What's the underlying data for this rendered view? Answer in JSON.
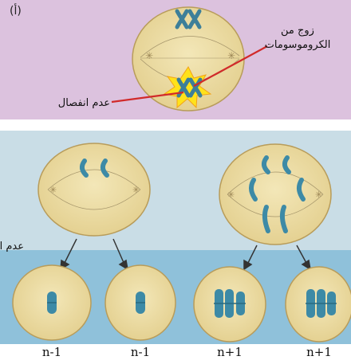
{
  "panel_label": "(أ)",
  "labels": {
    "chromosome_pair": [
      "زوج من",
      "الكروموسومات"
    ],
    "nondisjunction": "عدم انفصال",
    "nondisjunction_cut": "عدم ا"
  },
  "daughter_cells": [
    "n-1",
    "n-1",
    "n+1",
    "n+1"
  ],
  "colors": {
    "top_band": "#dcc2de",
    "middle_band": "#c9dde6",
    "bottom_band": "#8fc1da",
    "cell_fill": "#eedda4",
    "chromosome": "#3d8aa6",
    "pointer_line": "#d12a2a",
    "burst": "#ffe21a"
  }
}
